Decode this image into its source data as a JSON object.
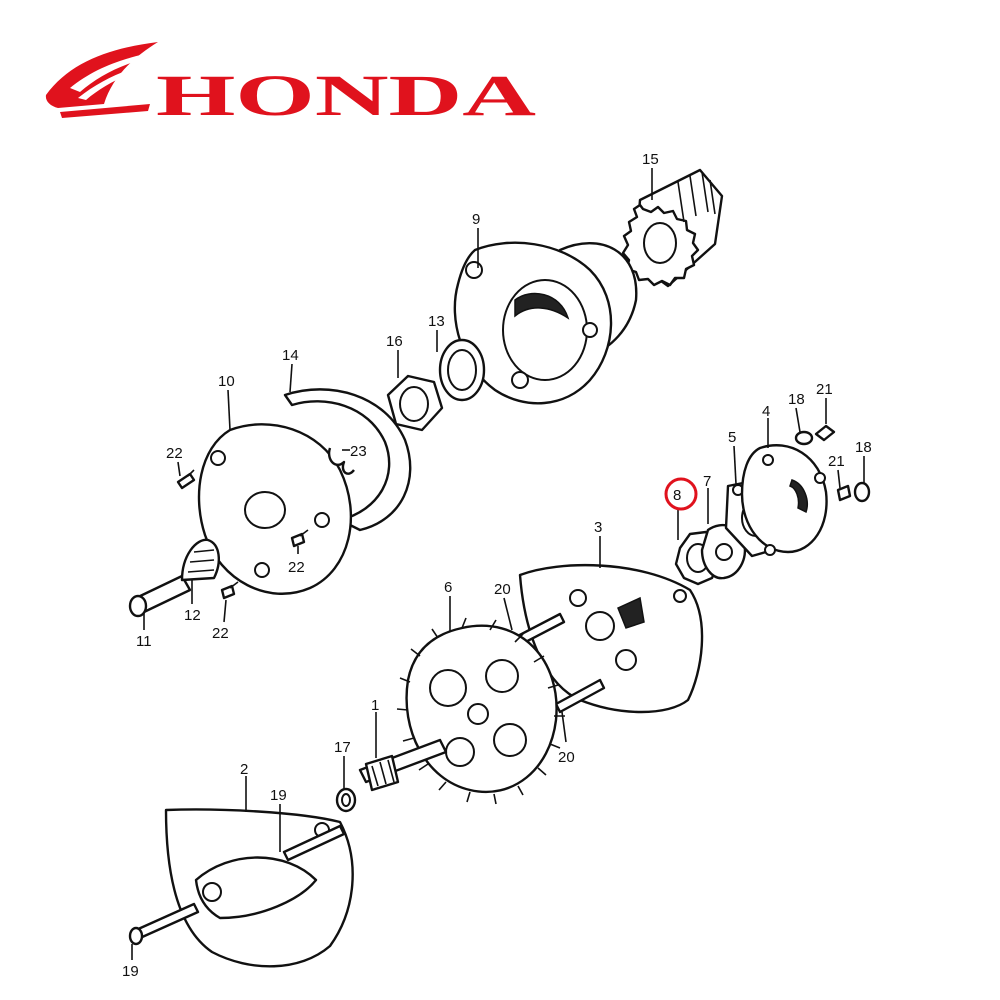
{
  "logo": {
    "wordmark": "HONDA",
    "color": "#e0121d"
  },
  "highlight": {
    "part_number": "8",
    "color": "#e0121d"
  },
  "callouts": [
    "1",
    "2",
    "3",
    "4",
    "5",
    "6",
    "7",
    "8",
    "9",
    "10",
    "11",
    "12",
    "13",
    "14",
    "15",
    "16",
    "17",
    "18",
    "18",
    "19",
    "19",
    "20",
    "20",
    "21",
    "21",
    "22",
    "22",
    "22",
    "23"
  ]
}
